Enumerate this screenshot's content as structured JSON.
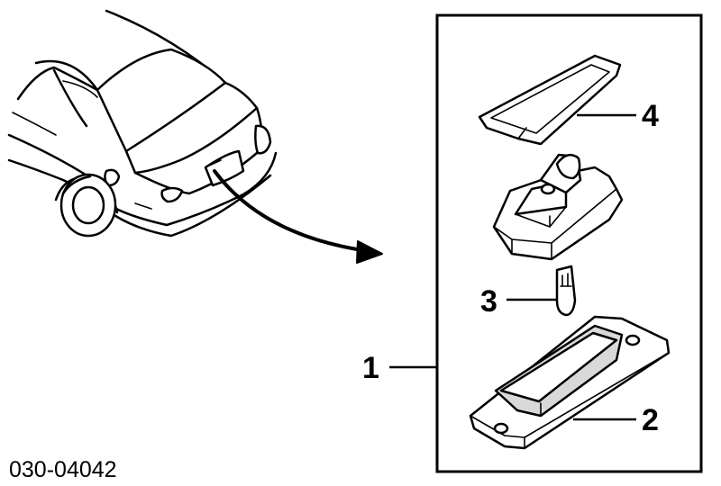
{
  "diagram": {
    "part_number": "030-04042",
    "callouts": {
      "assembly": "1",
      "lamp_housing": "2",
      "bulb": "3",
      "lens": "4"
    }
  }
}
